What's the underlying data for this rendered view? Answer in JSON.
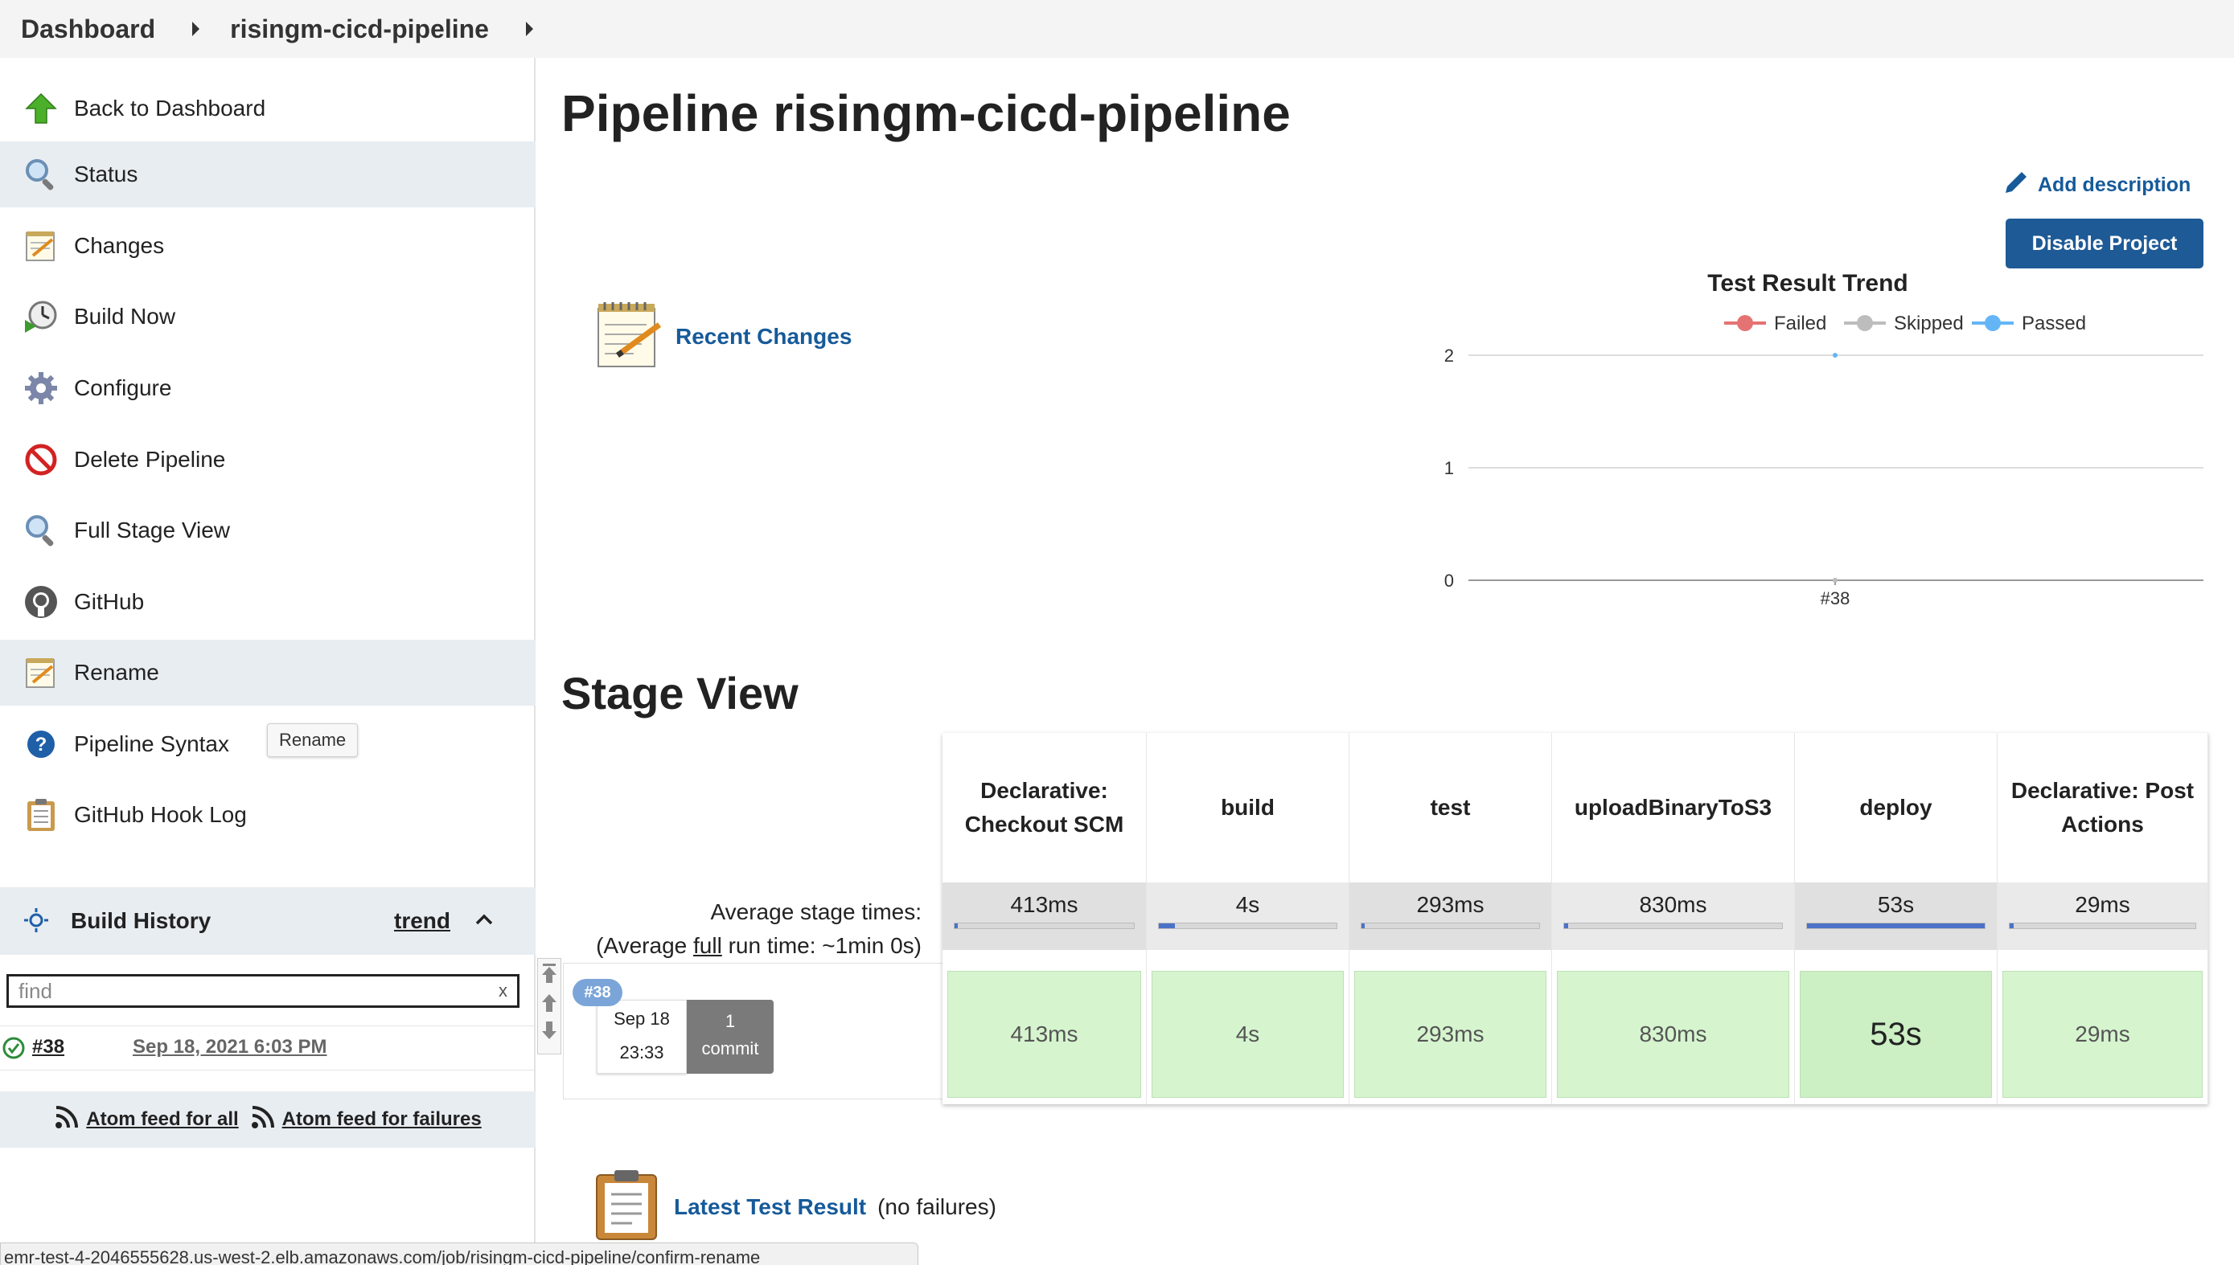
{
  "breadcrumb": {
    "items": [
      "Dashboard",
      "risingm-cicd-pipeline"
    ]
  },
  "sidebar": {
    "items": [
      {
        "label": "Back to Dashboard",
        "icon": "up-arrow-icon"
      },
      {
        "label": "Status",
        "icon": "magnifier-icon"
      },
      {
        "label": "Changes",
        "icon": "notepad-icon"
      },
      {
        "label": "Build Now",
        "icon": "clock-play-icon"
      },
      {
        "label": "Configure",
        "icon": "gear-icon"
      },
      {
        "label": "Delete Pipeline",
        "icon": "no-entry-icon"
      },
      {
        "label": "Full Stage View",
        "icon": "magnifier-icon"
      },
      {
        "label": "GitHub",
        "icon": "github-icon"
      },
      {
        "label": "Rename",
        "icon": "notepad-icon"
      },
      {
        "label": "Pipeline Syntax",
        "icon": "help-icon"
      },
      {
        "label": "GitHub Hook Log",
        "icon": "clipboard-icon"
      }
    ],
    "tooltip": "Rename"
  },
  "build_history": {
    "title": "Build History",
    "trend": "trend",
    "find_placeholder": "find",
    "find_clear": "x",
    "builds": [
      {
        "number": "#38",
        "date": "Sep 18, 2021 6:03 PM",
        "status": "success"
      }
    ],
    "feed_all": "Atom feed for all",
    "feed_failures": "Atom feed for failures"
  },
  "main": {
    "title": "Pipeline risingm-cicd-pipeline",
    "add_description": "Add description",
    "disable_project": "Disable Project",
    "recent_changes": "Recent Changes",
    "stage_view_title": "Stage View",
    "avg_stage_times": "Average stage times:",
    "avg_run_prefix": "(Average ",
    "avg_run_link": "full",
    "avg_run_suffix": " run time: ~1min 0s)",
    "latest_test_link": "Latest Test Result",
    "latest_test_suffix": "(no failures)"
  },
  "stages": [
    {
      "name": "Declarative: Checkout SCM",
      "avg": "413ms",
      "run": "413ms",
      "fraction": 0.02
    },
    {
      "name": "build",
      "avg": "4s",
      "run": "4s",
      "fraction": 0.09
    },
    {
      "name": "test",
      "avg": "293ms",
      "run": "293ms",
      "fraction": 0.02
    },
    {
      "name": "uploadBinaryToS3",
      "avg": "830ms",
      "run": "830ms",
      "fraction": 0.02
    },
    {
      "name": "deploy",
      "avg": "53s",
      "run": "53s",
      "fraction": 1.0
    },
    {
      "name": "Declarative: Post Actions",
      "avg": "29ms",
      "run": "29ms",
      "fraction": 0.02
    }
  ],
  "run": {
    "badge": "#38",
    "date": "Sep 18",
    "time": "23:33",
    "commit_count": "1",
    "commit_label": "commit"
  },
  "status_bar": "emr-test-4-2046555628.us-west-2.elb.amazonaws.com/job/risingm-cicd-pipeline/confirm-rename",
  "chart_data": {
    "type": "line",
    "title": "Test Result Trend",
    "categories": [
      "#38"
    ],
    "series": [
      {
        "name": "Failed",
        "values": [
          0
        ],
        "color": "#e57373"
      },
      {
        "name": "Skipped",
        "values": [
          0
        ],
        "color": "#bdbdbd"
      },
      {
        "name": "Passed",
        "values": [
          2
        ],
        "color": "#64b5f6"
      }
    ],
    "yticks": [
      "0",
      "1",
      "2"
    ],
    "ylim": [
      0,
      2
    ],
    "legend": "top",
    "grid": true
  }
}
